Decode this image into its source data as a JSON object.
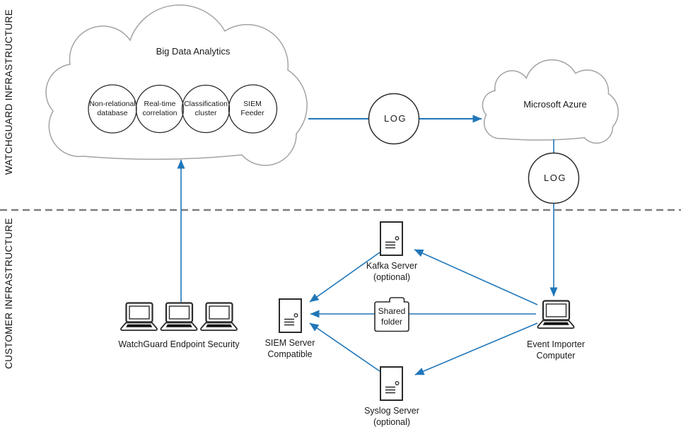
{
  "zones": {
    "watchguard_label": "WATCHGUARD INFRASTRUCTURE",
    "customer_label": "CUSTOMER INFRASTRUCTURE"
  },
  "watchguard_cloud": {
    "title": "Big Data Analytics",
    "components": [
      {
        "label": "Non-relational\ndatabase"
      },
      {
        "label": "Real-time\ncorrelation"
      },
      {
        "label": "Classification\ncluster"
      },
      {
        "label": "SIEM\nFeeder"
      }
    ]
  },
  "azure_cloud": {
    "title": "Microsoft Azure"
  },
  "log_badges": {
    "log1": "LOG",
    "log2": "LOG"
  },
  "nodes": {
    "endpoint_security": "WatchGuard Endpoint Security",
    "siem_server": "SIEM Server\nCompatible",
    "kafka_server": "Kafka Server\n(optional)",
    "shared_folder": "Shared\nfolder",
    "syslog_server": "Syslog Server\n(optional)",
    "event_importer": "Event Importer\nComputer"
  },
  "colors": {
    "connector": "#2077b9",
    "divider": "#7d7d7d"
  }
}
